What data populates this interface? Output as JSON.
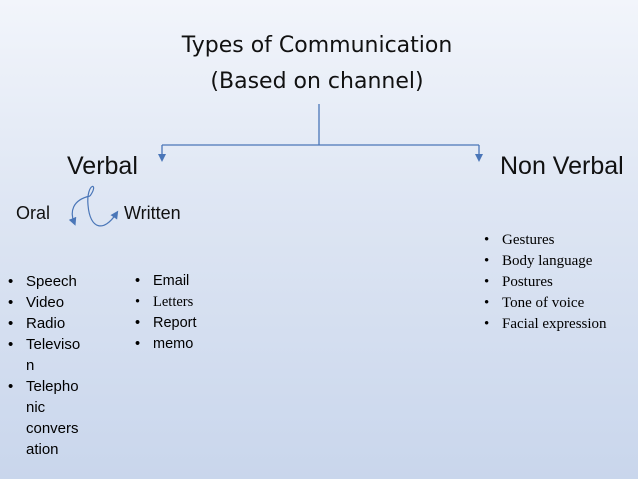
{
  "title": {
    "line1": "Types of Communication",
    "line2": "(Based on channel)"
  },
  "verbal": {
    "label": "Verbal",
    "oral": {
      "label": "Oral",
      "items": [
        "Speech",
        "Video",
        "Radio",
        "Televiso n",
        "Telepho nic convers ation"
      ]
    },
    "written": {
      "label": "Written",
      "items": [
        "Email",
        "Letters",
        "Report",
        "memo"
      ]
    }
  },
  "non_verbal": {
    "label": "Non Verbal",
    "items": [
      "Gestures",
      "Body language",
      "Postures",
      "Tone of voice",
      "Facial expression"
    ]
  },
  "colors": {
    "connector": "#4a76b8",
    "text": "#111111"
  },
  "icons": {
    "connector_arrows": "arrow-down",
    "loop_arrows": "curved-arrow"
  }
}
